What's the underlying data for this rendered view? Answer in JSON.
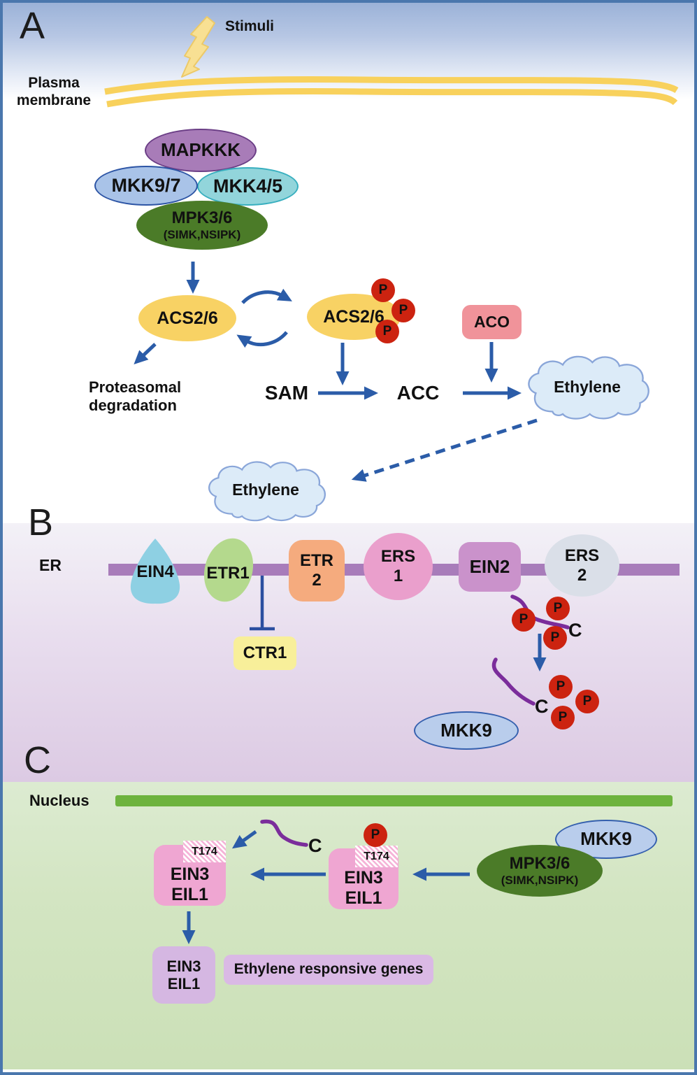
{
  "panelA": {
    "label": "A",
    "stimuli": "Stimuli",
    "plasma_line1": "Plasma",
    "plasma_line2": "membrane",
    "kinase_cascade": {
      "mapkkk": "MAPKKK",
      "mkk9_7": "MKK9/7",
      "mkk4_5": "MKK4/5",
      "mpk3_6": "MPK3/6",
      "mpk3_6_alias": "(SIMK,NSIPK)"
    },
    "acs_unphos": "ACS2/6",
    "acs_phos": "ACS2/6",
    "proteasomal_line1": "Proteasomal",
    "proteasomal_line2": "degradation",
    "sam": "SAM",
    "acc": "ACC",
    "aco": "ACO",
    "ethylene_cloud1": "Ethylene",
    "ethylene_cloud2": "Ethylene"
  },
  "panelB": {
    "label": "B",
    "er_label": "ER",
    "receptors": {
      "ein4": "EIN4",
      "etr1": "ETR1",
      "etr2_line1": "ETR",
      "etr2_line2": "2",
      "ers1_line1": "ERS",
      "ers1_line2": "1",
      "ein2": "EIN2",
      "ers2_line1": "ERS",
      "ers2_line2": "2"
    },
    "ctr1": "CTR1",
    "mkk9": "MKK9",
    "c_terminal_label": "C"
  },
  "panelC": {
    "label": "C",
    "nucleus_label": "Nucleus",
    "c_terminal_label": "C",
    "t174": "T174",
    "ein3": "EIN3",
    "eil1": "EIL1",
    "mkk9": "MKK9",
    "mpk3_6": "MPK3/6",
    "mpk3_6_alias": "(SIMK,NSIPK)",
    "responsive_genes": "Ethylene responsive genes"
  },
  "badges": {
    "phosphate": "P"
  },
  "colors": {
    "arrow_blue": "#2b5ca8",
    "phosphate_red": "#cc2310",
    "squiggle_purple": "#7b2d9b",
    "membrane_yellow": "#f8d15c",
    "er_bar_purple": "#a87cba",
    "nucleus_bar_green": "#6db33e",
    "border_blue": "#4a77ad"
  }
}
